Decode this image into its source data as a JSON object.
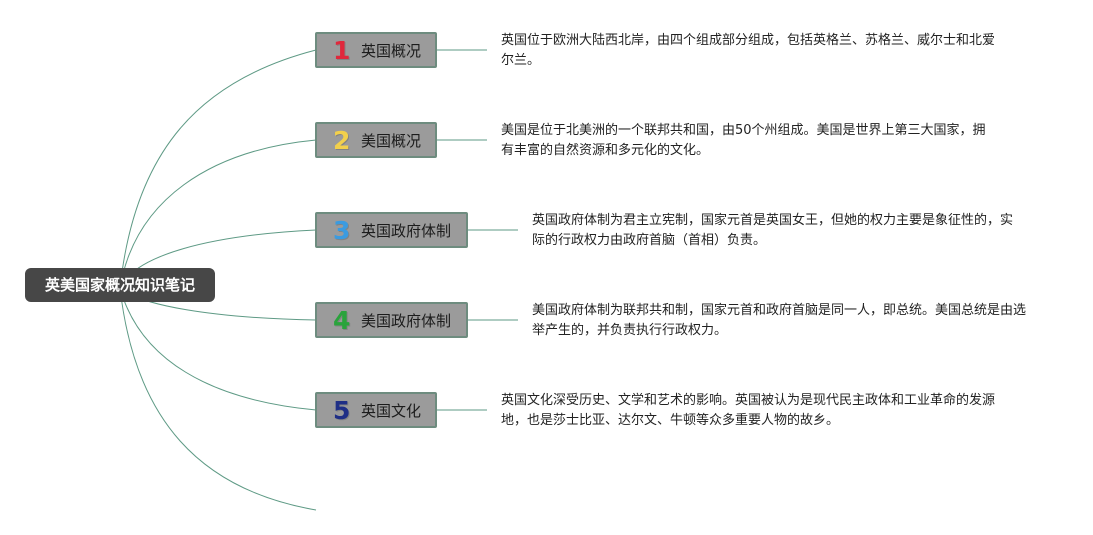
{
  "root": {
    "label": "英美国家概况知识笔记"
  },
  "branches": [
    {
      "number": "1",
      "number_color": "#e0283c",
      "label": "英国概况",
      "note": "英国位于欧洲大陆西北岸，由四个组成部分组成，包括英格兰、苏格兰、威尔士和北爱尔兰。"
    },
    {
      "number": "2",
      "number_color": "#f2d04c",
      "label": "美国概况",
      "note": "美国是位于北美洲的一个联邦共和国，由50个州组成。美国是世界上第三大国家，拥有丰富的自然资源和多元化的文化。"
    },
    {
      "number": "3",
      "number_color": "#3b9be0",
      "label": "英国政府体制",
      "note": "英国政府体制为君主立宪制，国家元首是英国女王，但她的权力主要是象征性的，实际的行政权力由政府首脑（首相）负责。"
    },
    {
      "number": "4",
      "number_color": "#2aa33c",
      "label": "美国政府体制",
      "note": "美国政府体制为联邦共和制，国家元首和政府首脑是同一人，即总统。美国总统是由选举产生的，并负责执行行政权力。"
    },
    {
      "number": "5",
      "number_color": "#1f2f86",
      "label": "英国文化",
      "note": "英国文化深受历史、文学和艺术的影响。英国被认为是现代民主政体和工业革命的发源地，也是莎士比亚、达尔文、牛顿等众多重要人物的故乡。"
    }
  ],
  "colors": {
    "link": "#5e9a85",
    "root_bg": "#474747",
    "topic_bg": "#9b9b9b"
  }
}
